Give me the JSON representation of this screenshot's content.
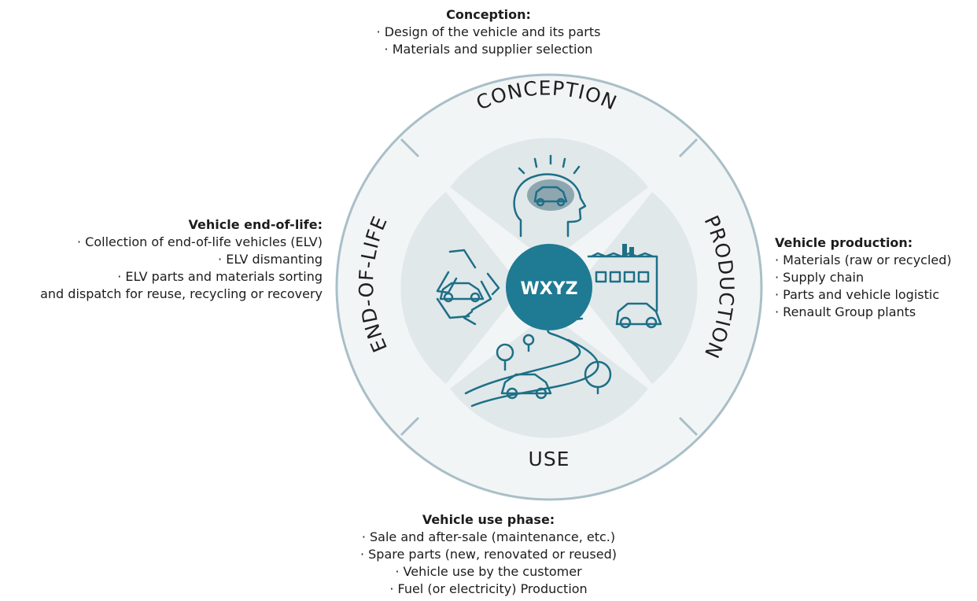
{
  "center_label": "WXYZ",
  "ring_labels": {
    "conception": "CONCEPTION",
    "production": "PRODUCTION",
    "use": "USE",
    "end_of_life": "END-OF-LIFE"
  },
  "blocks": {
    "conception": {
      "heading": "Conception:",
      "items": [
        "Design of the vehicle and its parts",
        "Materials and supplier selection"
      ]
    },
    "production": {
      "heading": "Vehicle production:",
      "items": [
        "Materials (raw or recycled)",
        "Supply chain",
        "Parts and vehicle logistic",
        "Renault Group plants"
      ]
    },
    "use": {
      "heading": "Vehicle use phase:",
      "items": [
        "Sale and after-sale (maintenance, etc.)",
        "Spare parts (new, renovated or reused)",
        "Vehicle use by the customer",
        "Fuel (or electricity) Production"
      ]
    },
    "end_of_life": {
      "heading": "Vehicle end-of-life:",
      "items": [
        "Collection of end-of-life vehicles (ELV)",
        "ELV dismanting",
        "ELV parts and materials sorting"
      ],
      "continuation": "and dispatch for reuse, recycling or recovery"
    }
  },
  "colors": {
    "ring_fill": "#f2f5f6",
    "ring_stroke": "#a9bfc7",
    "quadrant_fill": "#e0e8ea",
    "center_fill": "#1f7a93",
    "icon_stroke": "#1e6f86"
  },
  "icons": [
    "head-lightbulb-icon",
    "factory-icon",
    "road-car-icon",
    "recycle-icon"
  ]
}
